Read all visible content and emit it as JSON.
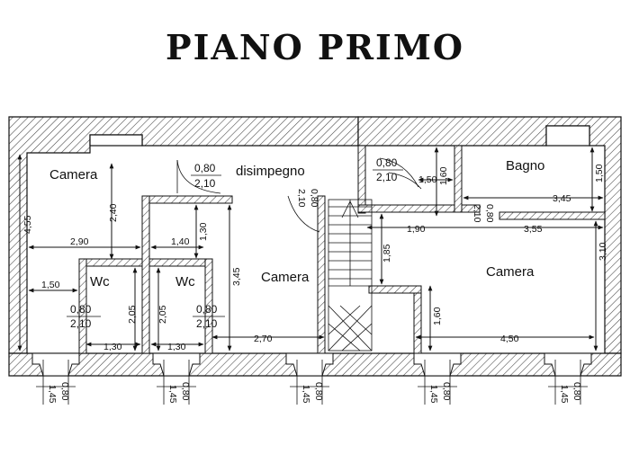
{
  "title": "PIANO PRIMO",
  "rooms": {
    "camera_top_left": "Camera",
    "disimpegno": "disimpegno",
    "bagno": "Bagno",
    "wc_left": "Wc",
    "wc_right": "Wc",
    "camera_center": "Camera",
    "camera_right": "Camera"
  },
  "doors": {
    "disimpegno": {
      "width": "0,80",
      "height": "2,10"
    },
    "bagno_top": {
      "width": "0,80",
      "height": "2,10"
    },
    "wc_left": {
      "width": "0,80",
      "height": "2,10"
    },
    "wc_right": {
      "width": "0,80",
      "height": "2,10"
    },
    "camera_center_vertical": {
      "width": "0,80",
      "height": "2,10"
    },
    "bagno_vertical": {
      "width": "0,80",
      "height": "2,10"
    }
  },
  "dimensions": {
    "left_height": "4,55",
    "camera_depth": "2,40",
    "camera_width": "2,90",
    "wc_width_top": "1,40",
    "wc_depth": "1,30",
    "center_height": "3,45",
    "wc_left_offset": "1,50",
    "wc_left_height": "2,05",
    "wc_right_height": "2,05",
    "wc_left_bottom": "1,30",
    "wc_right_bottom": "1,30",
    "camera_center_width": "2,70",
    "stair_landing": "1,85",
    "hall_right_height": "1,60",
    "hall_right_width": "1,50",
    "corridor_width": "1,90",
    "camera_right_span": "3,55",
    "bagno_width": "3,45",
    "bagno_height": "1,50",
    "camera_right_height": "3,10",
    "camera_right_sill": "1,60",
    "camera_right_width": "4,50"
  },
  "windows": [
    {
      "width": "0,80",
      "height": "1,45"
    },
    {
      "width": "0,80",
      "height": "1,45"
    },
    {
      "width": "0,80",
      "height": "1,45"
    },
    {
      "width": "0,80",
      "height": "1,45"
    },
    {
      "width": "0,80",
      "height": "1,45"
    }
  ]
}
